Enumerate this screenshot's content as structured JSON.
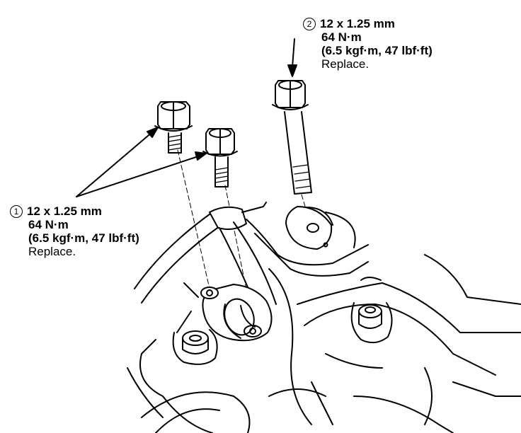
{
  "callouts": [
    {
      "number": "1",
      "size": "12 x 1.25 mm",
      "torque": "64 N·m",
      "torque_alt": "(6.5 kgf·m, 47 lbf·ft)",
      "note": "Replace."
    },
    {
      "number": "2",
      "size": "12 x 1.25 mm",
      "torque": "64 N·m",
      "torque_alt": "(6.5 kgf·m, 47 lbf·ft)",
      "note": "Replace."
    }
  ]
}
